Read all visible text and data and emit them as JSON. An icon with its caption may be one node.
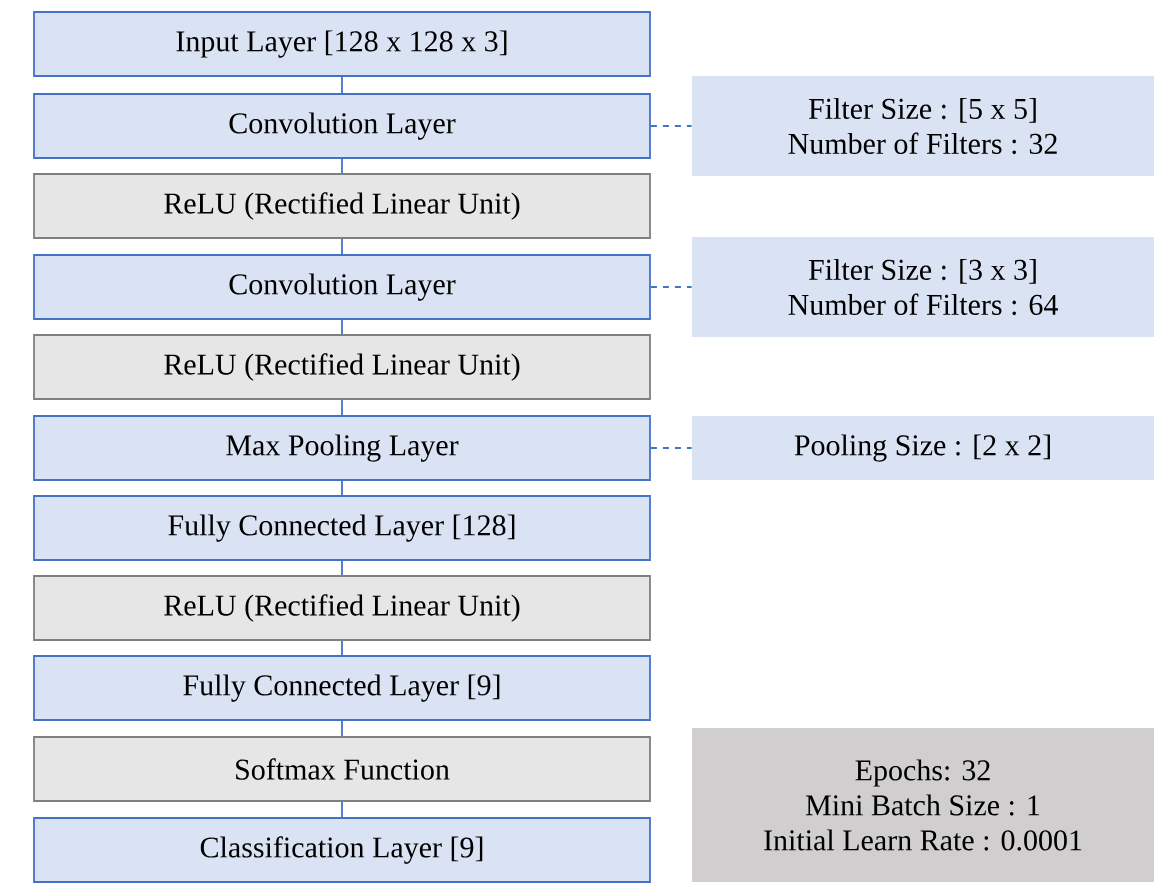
{
  "diagram": {
    "nodes": [
      {
        "text": [
          "Input Layer [128 x 128 x 3]"
        ]
      },
      {
        "text": [
          "Convolution Layer"
        ]
      },
      {
        "text": [
          "ReLU (Rectified Linear Unit)"
        ]
      },
      {
        "text": [
          "Convolution Layer"
        ]
      },
      {
        "text": [
          "ReLU (Rectified Linear Unit)"
        ]
      },
      {
        "text": [
          "Max Pooling Layer"
        ]
      },
      {
        "text": [
          "Fully Connected Layer [128]"
        ]
      },
      {
        "text": [
          "ReLU (Rectified Linear Unit)"
        ]
      },
      {
        "text": [
          "Fully Connected Layer [9]"
        ]
      },
      {
        "text": [
          "Softmax Function"
        ]
      },
      {
        "text": [
          "Classification Layer [9]"
        ]
      },
      {
        "text": [
          "Filter Size : [5 x 5]",
          "Number of Filters : 32"
        ]
      },
      {
        "text": [
          "Filter Size : [3 x 3]",
          "Number of Filters : 64"
        ]
      },
      {
        "text": [
          "Pooling Size : [2 x 2]"
        ]
      },
      {
        "text": [
          "Epochs: 32",
          "Mini Batch Size : 1",
          "Initial Learn Rate : 0.0001"
        ]
      }
    ],
    "edges": [
      {
        "from": 0,
        "to": 1,
        "arrow": "none"
      },
      {
        "from": 1,
        "to": 2,
        "arrow": "none"
      },
      {
        "from": 2,
        "to": 3,
        "arrow": "none"
      },
      {
        "from": 3,
        "to": 4,
        "arrow": "none"
      },
      {
        "from": 4,
        "to": 5,
        "arrow": "none"
      },
      {
        "from": 5,
        "to": 6,
        "arrow": "none"
      },
      {
        "from": 6,
        "to": 7,
        "arrow": "none"
      },
      {
        "from": 7,
        "to": 8,
        "arrow": "none"
      },
      {
        "from": 8,
        "to": 9,
        "arrow": "none"
      },
      {
        "from": 9,
        "to": 10,
        "arrow": "none"
      },
      {
        "from": 1,
        "to": 11,
        "arrow": "none",
        "style": "dashed"
      },
      {
        "from": 3,
        "to": 12,
        "arrow": "none",
        "style": "dashed"
      },
      {
        "from": 5,
        "to": 13,
        "arrow": "none",
        "style": "dashed"
      }
    ]
  }
}
